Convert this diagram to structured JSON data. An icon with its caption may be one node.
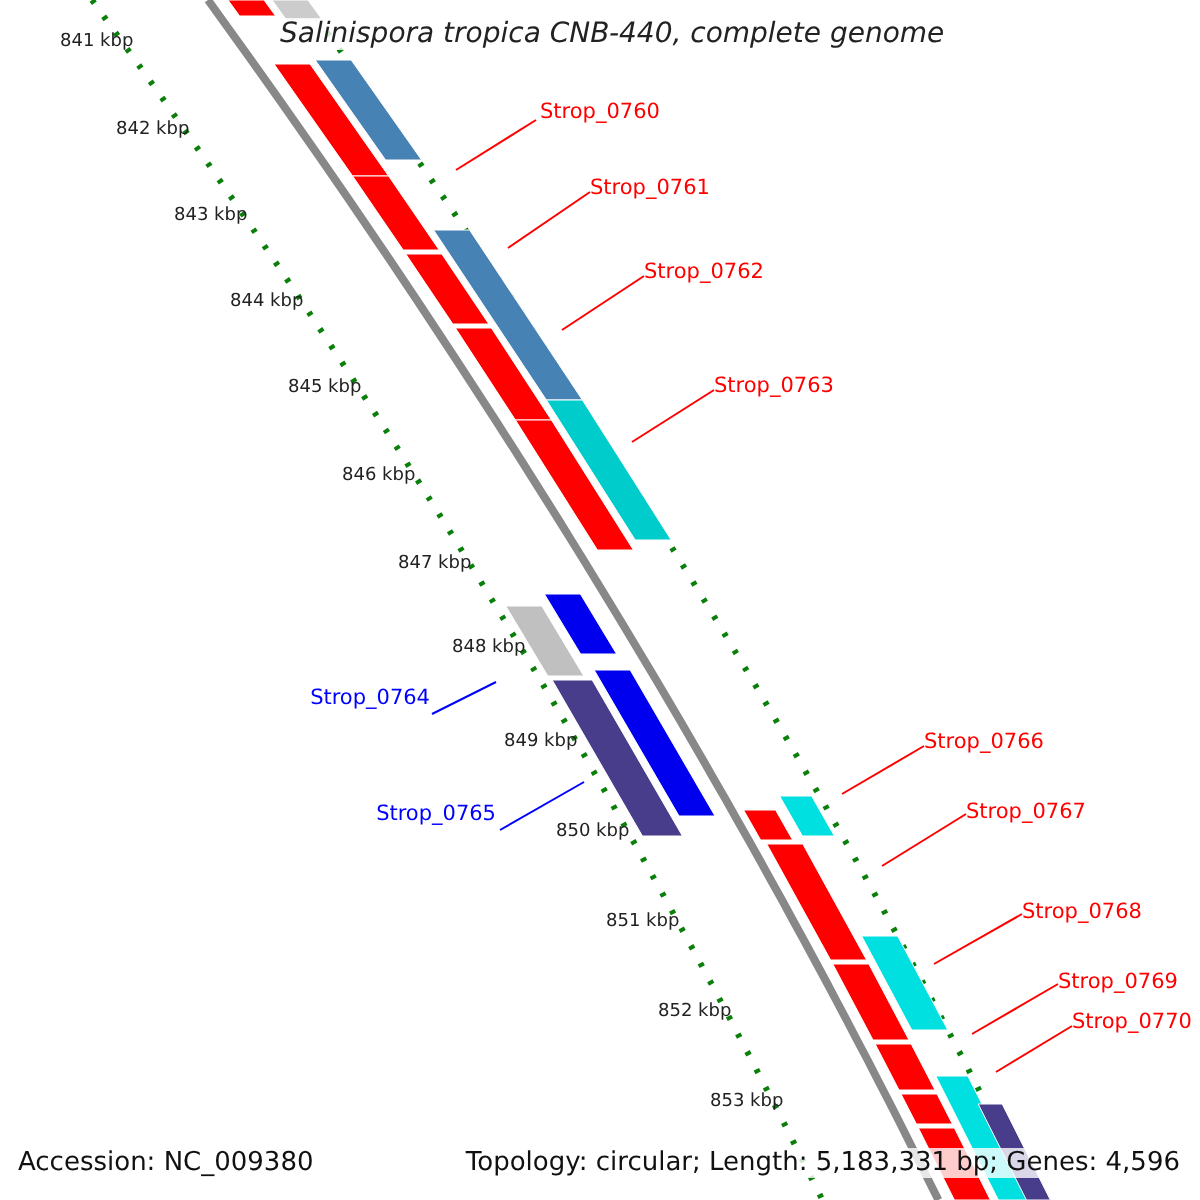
{
  "diagram": {
    "title": "Salinispora tropica CNB-440, complete genome",
    "nodes": [
      {
        "text": [
          "Strop_0760"
        ]
      },
      {
        "text": [
          "Strop_0761"
        ]
      },
      {
        "text": [
          "Strop_0762"
        ]
      },
      {
        "text": [
          "Strop_0763"
        ]
      },
      {
        "text": [
          "Strop_0764"
        ]
      },
      {
        "text": [
          "Strop_0765"
        ]
      },
      {
        "text": [
          "Strop_0766"
        ]
      },
      {
        "text": [
          "Strop_0767"
        ]
      },
      {
        "text": [
          "Strop_0768"
        ]
      },
      {
        "text": [
          "Strop_0769"
        ]
      },
      {
        "text": [
          "Strop_0770"
        ]
      }
    ],
    "edges": [
      {
        "from": 0,
        "to": null,
        "arrow": "none"
      },
      {
        "from": 1,
        "to": null,
        "arrow": "none"
      },
      {
        "from": 2,
        "to": null,
        "arrow": "none"
      },
      {
        "from": 3,
        "to": null,
        "arrow": "none"
      },
      {
        "from": 4,
        "to": null,
        "arrow": "none",
        "color": "#0000ff"
      },
      {
        "from": 5,
        "to": null,
        "arrow": "none",
        "color": "#0000ff"
      },
      {
        "from": 6,
        "to": null,
        "arrow": "none"
      },
      {
        "from": 7,
        "to": null,
        "arrow": "none"
      },
      {
        "from": 8,
        "to": null,
        "arrow": "none"
      },
      {
        "from": 9,
        "to": null,
        "arrow": "none"
      },
      {
        "from": 10,
        "to": null,
        "arrow": "none"
      }
    ],
    "labels": [
      "841 kbp",
      "842 kbp",
      "843 kbp",
      "844 kbp",
      "845 kbp",
      "846 kbp",
      "847 kbp",
      "848 kbp",
      "849 kbp",
      "850 kbp",
      "851 kbp",
      "852 kbp",
      "853 kbp",
      "Accession: NC_009380",
      "Topology: circular; Length: 5,183,331 bp; Genes: 4,596"
    ]
  }
}
